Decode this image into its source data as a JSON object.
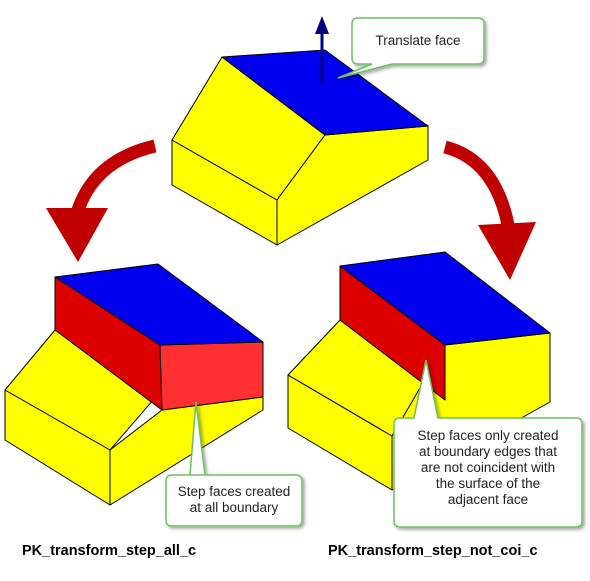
{
  "colors": {
    "yellow": "#ffff00",
    "blue": "#0000ee",
    "red": "#dd0000",
    "bright_red": "#ff3030",
    "arrow_red": "#c00000",
    "callout_border": "#6cc060",
    "callout_fill": "#ffffff",
    "navy_arrow": "#000080"
  },
  "callouts": {
    "translate": "Translate face",
    "step_all": [
      "Step faces created",
      "at all boundary"
    ],
    "step_not_coi": [
      "Step faces only created",
      "at boundary edges that",
      "are not coincident with",
      "the surface of the",
      "adjacent face"
    ]
  },
  "captions": {
    "left": "PK_transform_step_all_c",
    "right": "PK_transform_step_not_coi_c"
  }
}
